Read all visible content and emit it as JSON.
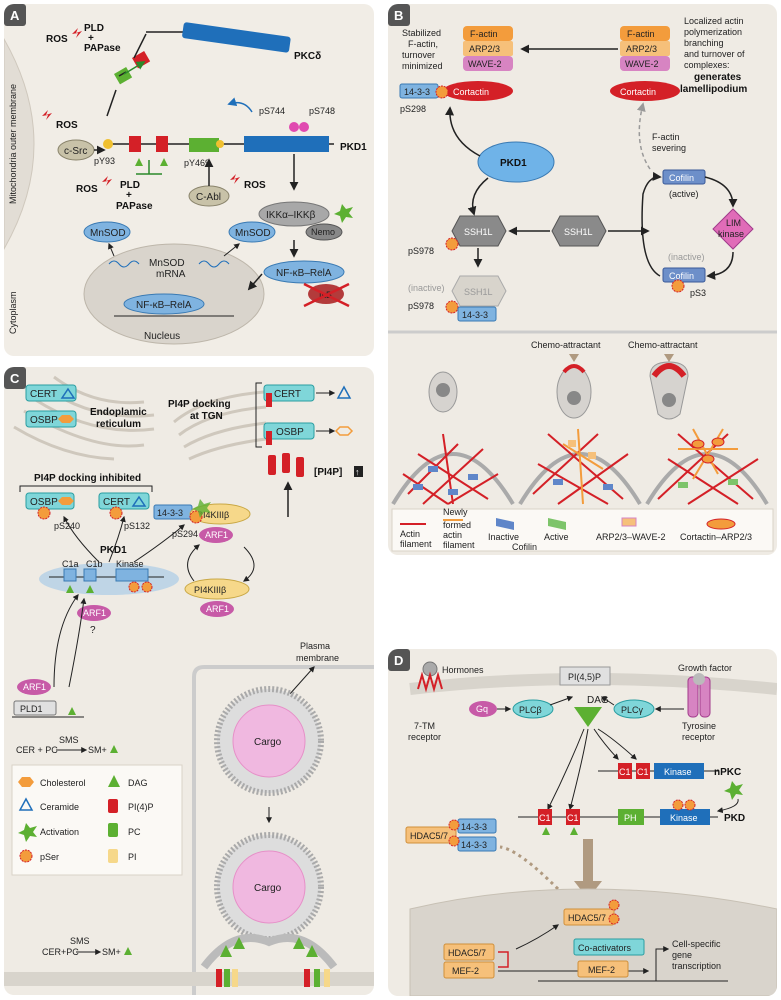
{
  "panelA": {
    "letter": "A",
    "mito": "Mitochondria outer membrane",
    "cyto": "Cytoplasm",
    "ros1": "ROS",
    "ros2": "ROS",
    "ros3": "ROS",
    "ros4": "ROS",
    "pld1": "PLD",
    "plus1": "+",
    "papase1": "PAPase",
    "pld2": "PLD",
    "plus2": "+",
    "papase2": "PAPase",
    "pkcd": "PKCδ",
    "pS744": "pS744",
    "pS748": "pS748",
    "csrc": "c-Src",
    "pY93": "pY93",
    "pY469": "pY469",
    "pkd1": "PKD1",
    "cabl": "C-Abl",
    "ikk": "IKKα–IKKβ",
    "nemo": "Nemo",
    "mnsod1": "MnSOD",
    "mnsod2": "MnSOD",
    "mnsodMrna1": "MnSOD",
    "mnsodMrna2": "mRNA",
    "nfkbNuc": "NF-κB–RelA",
    "nfkbCyt": "NF-κB–RelA",
    "ikb": "IκB",
    "nucleus": "Nucleus"
  },
  "panelB": {
    "letter": "B",
    "stab1": "Stabilized",
    "stab2": "F-actin,",
    "stab3": "turnover",
    "stab4": "minimized",
    "factin1": "F-actin",
    "arp1": "ARP2/3",
    "wave1": "WAVE-2",
    "factin2": "F-actin",
    "arp2": "ARP2/3",
    "wave2": "WAVE-2",
    "loc1": "Localized actin",
    "loc2": "polymerization",
    "loc3": "branching",
    "loc4": "and turnover of",
    "loc5": "complexes:",
    "gen1": "generates",
    "gen2": "lamellipodium",
    "b1433": "14-3-3",
    "cortactin1": "Cortactin",
    "pS298": "pS298",
    "cortactin2": "Cortactin",
    "sev1": "F-actin",
    "sev2": "severing",
    "pkd1": "PKD1",
    "ssh1": "SSH1L",
    "ssh2": "SSH1L",
    "ssh3": "SSH1L",
    "pS978a": "pS978",
    "pS978b": "pS978",
    "inactive1": "(inactive)",
    "b1433b": "14-3-3",
    "cofilin1": "Cofilin",
    "active": "(active)",
    "lim1": "LIM",
    "lim2": "kinase",
    "inactive2": "(inactive)",
    "cofilin2": "Cofilin",
    "pS3": "pS3",
    "chemo1": "Chemo-attractant",
    "chemo2": "Chemo-attractant",
    "legend": {
      "actin1": "Actin",
      "actin2": "filament",
      "new1": "Newly",
      "new2": "formed",
      "new3": "actin",
      "new4": "filament",
      "inactive": "Inactive",
      "activeL": "Active",
      "cofilin": "Cofilin",
      "arpwave": "ARP2/3–WAVE-2",
      "cortarp": "Cortactin–ARP2/3"
    }
  },
  "panelC": {
    "letter": "C",
    "cert1": "CERT",
    "osbp1": "OSBP",
    "er1": "Endoplamic",
    "er2": "reticulum",
    "dock1": "PI4P docking",
    "dock2": "at TGN",
    "cert2": "CERT",
    "osbp2": "OSBP",
    "pi4p": "[PI4P]",
    "inhib": "PI4P docking inhibited",
    "osbp3": "OSBP",
    "cert3": "CERT",
    "pS240": "pS240",
    "pS132": "pS132",
    "c1433": "14-3-3",
    "pi4k1": "PI4KIIIβ",
    "pS294": "pS294",
    "arf1a": "ARF1",
    "pi4k2": "PI4KIIIβ",
    "arf1b": "ARF1",
    "pkd1": "PKD1",
    "c1a": "C1a",
    "c1b": "C1b",
    "kinase": "Kinase",
    "arf1c": "ARF1",
    "q": "?",
    "arf1d": "ARF1",
    "pld1": "PLD1",
    "sms1": "SMS",
    "cerpc1": "CER + PC",
    "smplus1": "SM+",
    "plasma1": "Plasma",
    "plasma2": "membrane",
    "cargo1": "Cargo",
    "cargo2": "Cargo",
    "cerpc2": "CER+PC",
    "sms2": "SMS",
    "smplus2": "SM+",
    "legend": {
      "chol": "Cholesterol",
      "dag": "DAG",
      "cer": "Ceramide",
      "pi4p": "PI(4)P",
      "act": "Activation",
      "pc": "PC",
      "pser": "pSer",
      "pi": "PI"
    }
  },
  "panelD": {
    "letter": "D",
    "hormones": "Hormones",
    "tm1": "7-TM",
    "tm2": "receptor",
    "gq": "Gq",
    "plcb": "PLCβ",
    "pip2": "PI(4,5)P",
    "dag": "DAG",
    "plcg": "PLCγ",
    "gf": "Growth factor",
    "tyr1": "Tyrosine",
    "tyr2": "receptor",
    "c1x": "C1",
    "c1y": "C1",
    "kinase1": "Kinase",
    "npkc": "nPKC",
    "c1a": "C1",
    "c1b": "C1",
    "ph": "PH",
    "kinase2": "Kinase",
    "pkd": "PKD",
    "hdac1": "HDAC5/7",
    "d1433a": "14-3-3",
    "d1433b": "14-3-3",
    "hdac2": "HDAC5/7",
    "hdac3": "HDAC5/7",
    "mef1": "MEF-2",
    "coact": "Co-activators",
    "mef2": "MEF-2",
    "gene1": "Cell-specific",
    "gene2": "gene",
    "gene3": "transcription"
  },
  "colors": {
    "panelBg": "#efebe4",
    "blueBox": "#7fb3e0",
    "redSeg": "#d42027",
    "greenSeg": "#5cb032",
    "pkdBlue": "#1f6fba",
    "purple": "#c75aa7"
  }
}
